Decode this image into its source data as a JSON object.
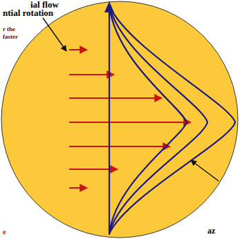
{
  "diagram": {
    "labels": [
      "ial flow",
      "ntial rotation",
      "r the",
      "faster",
      "az",
      "e"
    ]
  }
}
